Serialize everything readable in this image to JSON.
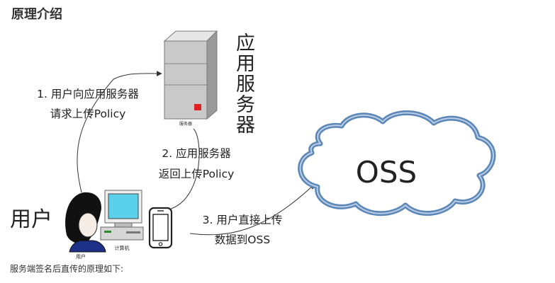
{
  "page": {
    "heading": "原理介绍",
    "caption": "服务端签名后直传的原理如下:"
  },
  "diagram": {
    "app_server_label": [
      "应",
      "用",
      "服",
      "务",
      "器"
    ],
    "server_plate": "服务器",
    "oss_label": "OSS",
    "user_label": "用户",
    "user_small": "用户",
    "computer_small": "计算机",
    "steps": [
      {
        "lines": [
          "1. 用户向应用服务器",
          "请求上传Policy"
        ]
      },
      {
        "lines": [
          "2. 应用服务器",
          "返回上传Policy"
        ]
      },
      {
        "lines": [
          "3. 用户直接上传",
          "数据到OSS"
        ]
      }
    ]
  },
  "colors": {
    "server_body": "#c9c9c9",
    "server_led": "#e02020",
    "cloud_stroke": "#5b86b8",
    "monitor_screen": "#5ad0ea",
    "user_hair": "#111111",
    "user_shirt": "#1d2f86",
    "arrow": "#333333"
  }
}
